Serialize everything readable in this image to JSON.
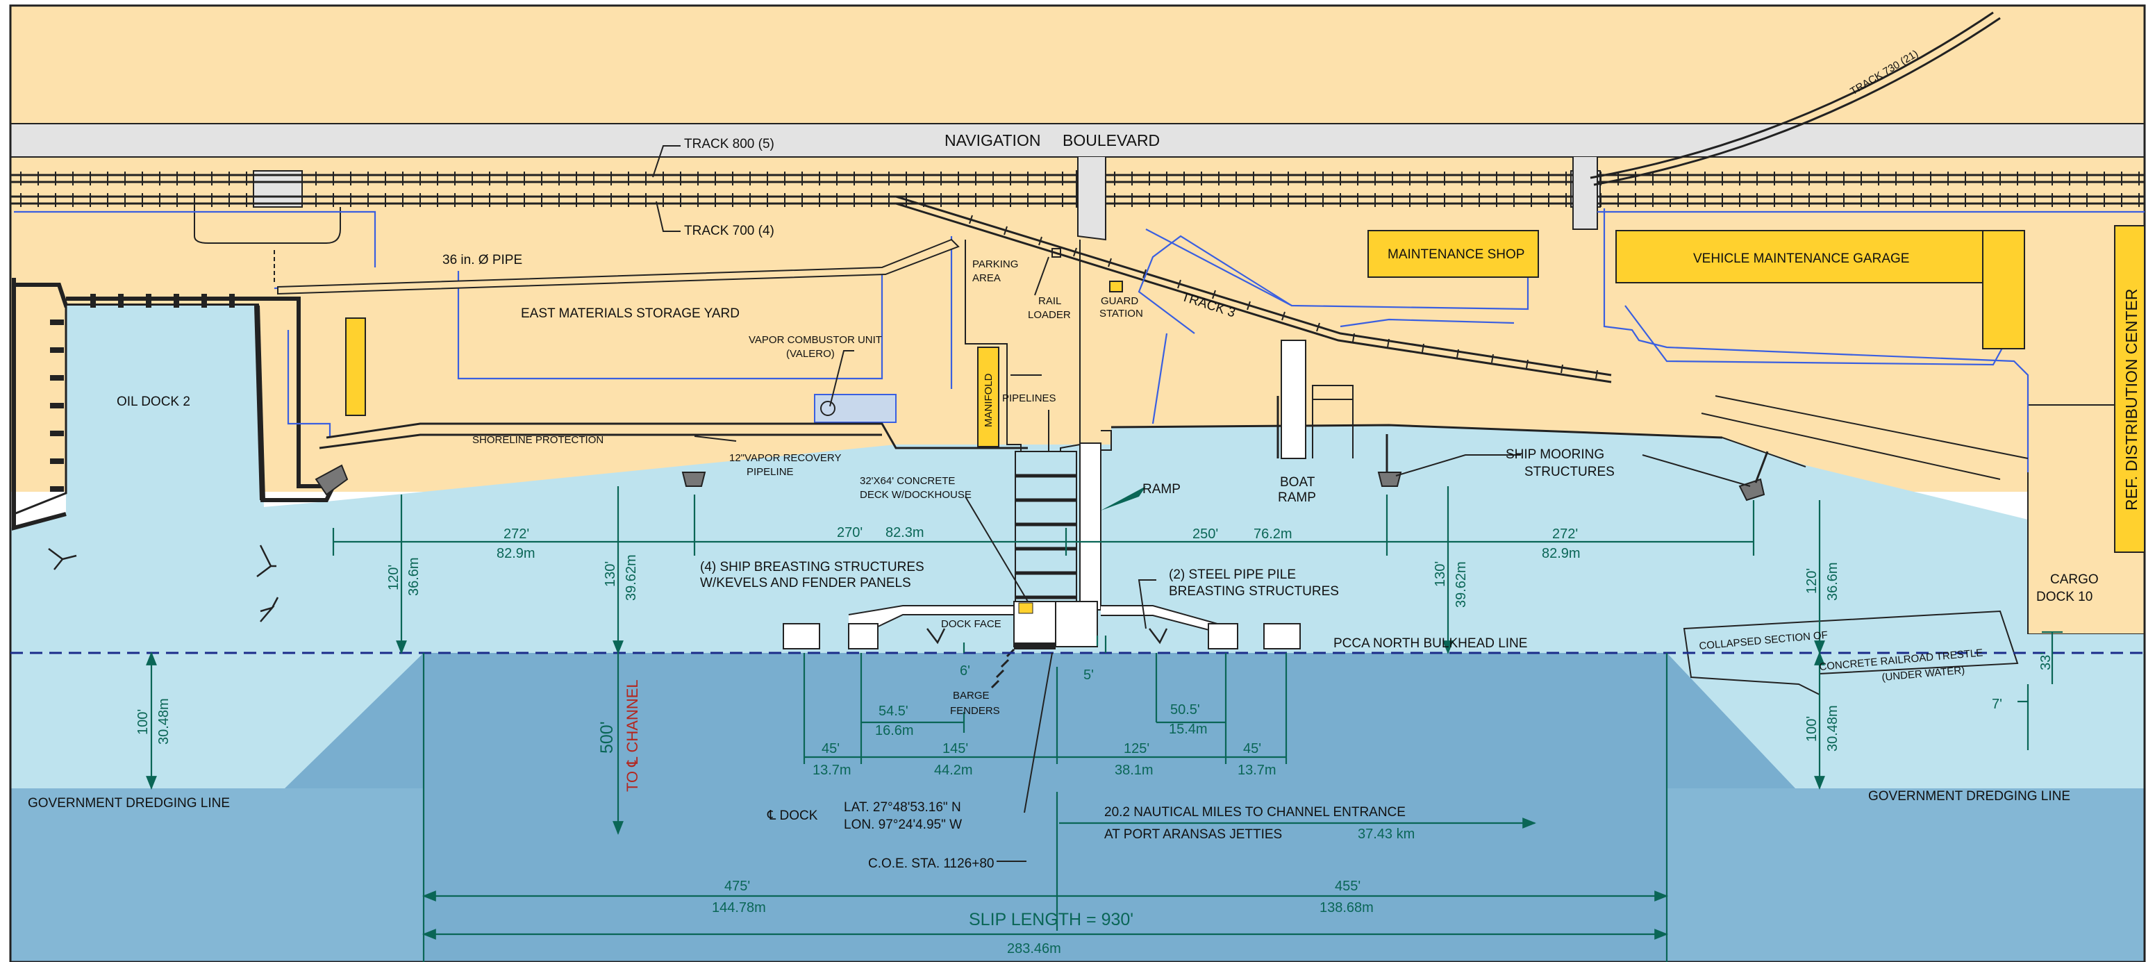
{
  "labels": {
    "street": [
      "NAVIGATION",
      "BOULEVARD"
    ],
    "track_800": "TRACK 800 (5)",
    "track_700": "TRACK 700 (4)",
    "track_730": "TRACK 730 (21)",
    "track_3": "TRACK 3",
    "pipe_36": "36 in. Ø PIPE",
    "east_yard": "EAST MATERIALS STORAGE YARD",
    "vapor_unit": [
      "VAPOR COMBUSTOR UNIT",
      "(VALERO)"
    ],
    "oil_dock": "OIL DOCK 2",
    "shoreline": "SHORELINE PROTECTION",
    "vapor_pipe": [
      "12\"VAPOR RECOVERY",
      "PIPELINE"
    ],
    "parking": [
      "PARKING",
      "AREA"
    ],
    "rail_loader": [
      "RAIL",
      "LOADER"
    ],
    "guard": [
      "GUARD",
      "STATION"
    ],
    "maint_shop": "MAINTENANCE SHOP",
    "vehicle_garage": "VEHICLE MAINTENANCE GARAGE",
    "ref_center": "REF. DISTRIBUTION CENTER",
    "manifold": "MANIFOLD",
    "pipelines": "PIPELINES",
    "concrete_deck": [
      "32'X64' CONCRETE",
      "DECK W/DOCKHOUSE"
    ],
    "ramp": "RAMP",
    "boat_ramp": [
      "BOAT",
      "RAMP"
    ],
    "mooring": [
      "SHIP MOORING",
      "STRUCTURES"
    ],
    "breasting4": [
      "(4) SHIP BREASTING STRUCTURES",
      "W/KEVELS AND FENDER PANELS"
    ],
    "breasting2": [
      "(2) STEEL PIPE PILE",
      "BREASTING STRUCTURES"
    ],
    "cargo_dock": [
      "CARGO",
      "DOCK 10"
    ],
    "bulkhead": "PCCA NORTH  BULKHEAD LINE",
    "dock_face": "DOCK FACE",
    "barge_fenders": [
      "BARGE",
      "FENDERS"
    ],
    "collapsed": [
      "COLLAPSED SECTION OF",
      "CONCRETE RAILROAD TRESTLE",
      "(UNDER WATER)"
    ],
    "gov_line": "GOVERNMENT DREDGING LINE",
    "to_channel": "TO ℄ CHANNEL",
    "cl_dock": "℄ DOCK",
    "lat": "LAT. 27°48'53.16\" N",
    "lon": "LON. 97°24'4.95\" W",
    "nautical": "20.2 NAUTICAL MILES TO CHANNEL ENTRANCE",
    "jetties": "AT PORT ARANSAS JETTIES",
    "jetties_km": "37.43 km",
    "coe_sta": "C.O.E. STA. 1126+80",
    "slip_length": "SLIP  LENGTH = 930'"
  },
  "dimensions": {
    "d272a": [
      "272'",
      "82.9m"
    ],
    "d270": [
      "270'",
      "82.3m"
    ],
    "d250": [
      "250'",
      "76.2m"
    ],
    "d272b": [
      "272'",
      "82.9m"
    ],
    "d120a": [
      "120'",
      "36.6m"
    ],
    "d130a": [
      "130'",
      "39.62m"
    ],
    "d130b": [
      "130'",
      "39.62m"
    ],
    "d120b": [
      "120'",
      "36.6m"
    ],
    "d100a": [
      "100'",
      "30.48m"
    ],
    "d100b": [
      "100'",
      "30.48m"
    ],
    "d500": "500'",
    "d33": "33'",
    "d7": "7'",
    "d6": "6'",
    "d5": "5'",
    "d545": [
      "54.5'",
      "16.6m"
    ],
    "d505": [
      "50.5'",
      "15.4m"
    ],
    "d45a": [
      "45'",
      "13.7m"
    ],
    "d145": [
      "145'",
      "44.2m"
    ],
    "d125": [
      "125'",
      "38.1m"
    ],
    "d45b": [
      "45'",
      "13.7m"
    ],
    "d475": [
      "475'",
      "144.78m"
    ],
    "d455": [
      "455'",
      "138.68m"
    ],
    "d_total": "283.46m"
  },
  "colors": {
    "land": "#fde1ac",
    "near_water": "#bee3ee",
    "dredged_water": "#84b7d5",
    "deep_water": "#6da4c8",
    "road": "#e3e3e3",
    "building": "#ffd12e",
    "dimension": "#0a6656",
    "fence": "#3a5fe0"
  }
}
